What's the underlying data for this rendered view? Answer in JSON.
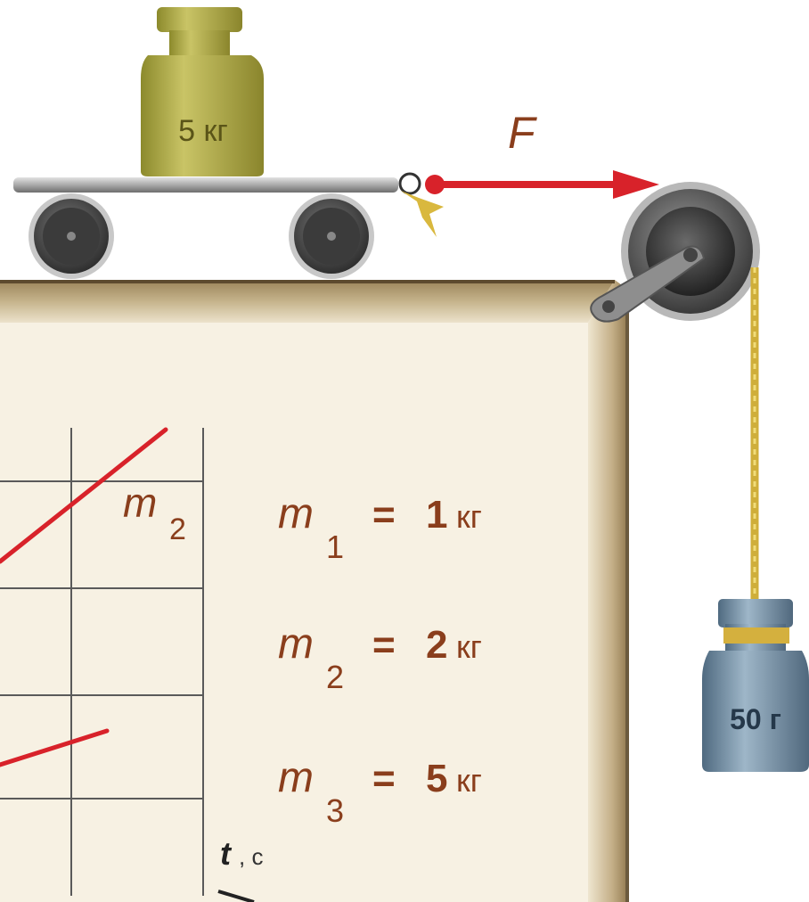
{
  "cart": {
    "weight_label": "5 кг"
  },
  "force": {
    "label": "F"
  },
  "hanging": {
    "weight_label": "50 г"
  },
  "graph": {
    "curve_label_m": "m",
    "curve_label_sub": "2",
    "axis_t": "t",
    "axis_t_unit": ", с"
  },
  "masses": [
    {
      "sym": "m",
      "sub": "1",
      "eq": "=",
      "value": "1",
      "unit": "кг"
    },
    {
      "sym": "m",
      "sub": "2",
      "eq": "=",
      "value": "2",
      "unit": "кг"
    },
    {
      "sym": "m",
      "sub": "3",
      "eq": "=",
      "value": "5",
      "unit": "кг"
    }
  ],
  "colors": {
    "accent_red": "#d8222a",
    "label_brown": "#8a3e1c",
    "weight_olive": "#a7a243",
    "weight_steel": "#6f8a9e",
    "table_wood": "#b8a583"
  }
}
